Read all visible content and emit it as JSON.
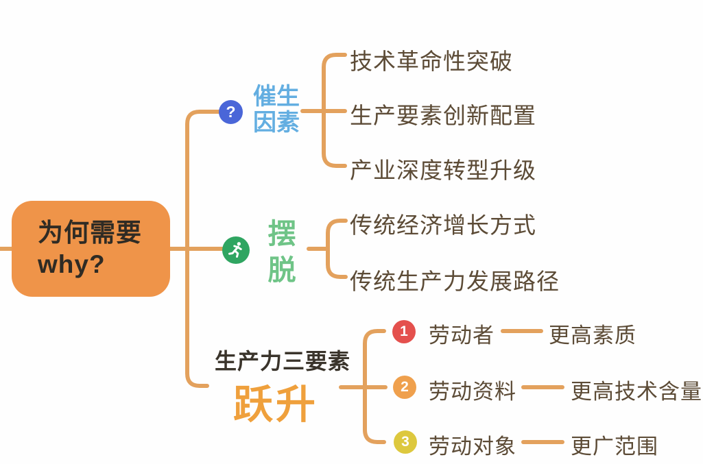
{
  "diagram_type": "mindmap",
  "root": {
    "title_zh": "为何需要",
    "title_en": "why?"
  },
  "branches": [
    {
      "id": "catalyst-factors",
      "icon": "question-icon",
      "icon_glyph": "?",
      "label_lines": [
        "催生",
        "因素"
      ],
      "label_color": "#63aee1",
      "icon_bg": "#4a66d8",
      "children": [
        "技术革命性突破",
        "生产要素创新配置",
        "产业深度转型升级"
      ]
    },
    {
      "id": "break-away",
      "icon": "runner-icon",
      "label_lines": [
        "摆",
        "脱"
      ],
      "label_color": "#6fc487",
      "icon_bg": "#2fa561",
      "children": [
        "传统经济增长方式",
        "传统生产力发展路径"
      ]
    },
    {
      "id": "leap",
      "label_prefix": "生产力三要素",
      "label_main": "跃升",
      "prefix_color": "#3a342b",
      "main_color": "#efa03c",
      "children": [
        {
          "num": "1",
          "badge_color": "#e4504d",
          "item": "劳动者",
          "result": "更高素质"
        },
        {
          "num": "2",
          "badge_color": "#efa04d",
          "item": "劳动资料",
          "result": "更高技术含量"
        },
        {
          "num": "3",
          "badge_color": "#ddc83e",
          "item": "劳动对象",
          "result": "更广范围"
        }
      ]
    }
  ],
  "colors": {
    "root_fill": "#ef9449",
    "root_text": "#2f2b24",
    "connector_line": "#e3a15d",
    "leaf_text": "#5c4b36",
    "background": "#fefefe"
  }
}
